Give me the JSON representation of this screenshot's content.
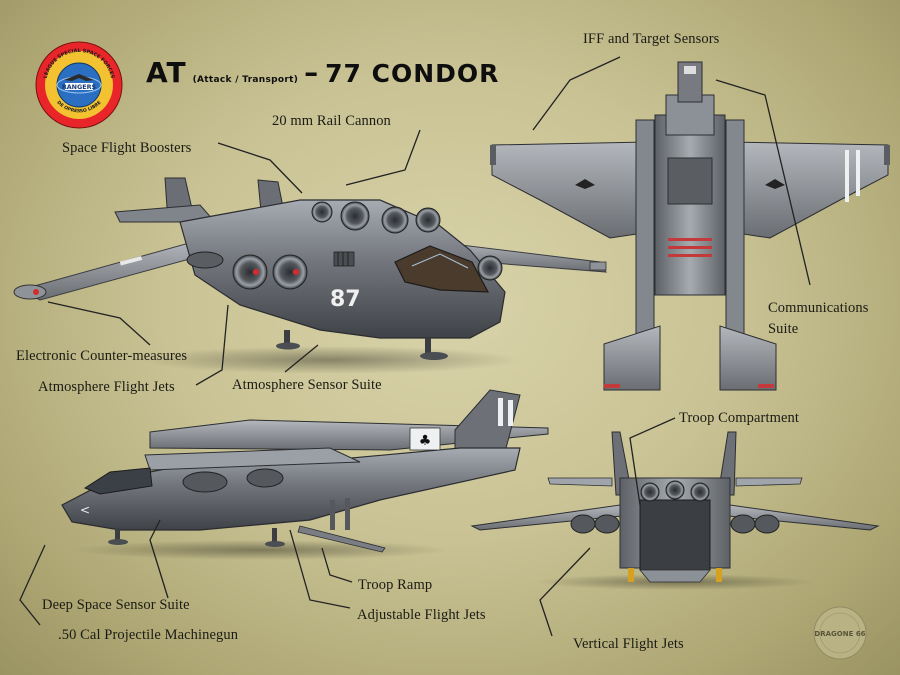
{
  "title": {
    "prefix": "AT",
    "subtitle": "(Attack / Transport)",
    "dash": "–",
    "name": "77 CONDOR"
  },
  "emblem": {
    "ring_text": "LEAGUE SPECIAL SPACE FORCES",
    "center_text": "RANGERS",
    "motto": "DE OPRESSO LIBRE",
    "colors": {
      "ring": "#e8262a",
      "field": "#f2c230",
      "center": "#2a6fc2"
    }
  },
  "watermark": {
    "text": "DRAGONE 66"
  },
  "labels": {
    "iff": "IFF and Target Sensors",
    "rail_cannon": "20 mm Rail Cannon",
    "boosters": "Space Flight Boosters",
    "comms": "Communications\nSuite",
    "ecm": "Electronic Counter-measures",
    "atmo_jets": "Atmosphere Flight Jets",
    "atmo_sensor": "Atmosphere Sensor Suite",
    "troop_compartment": "Troop Compartment",
    "troop_ramp": "Troop Ramp",
    "deep_space": "Deep Space Sensor Suite",
    "adjustable_jets": "Adjustable Flight Jets",
    "machinegun": ".50 Cal Projectile Machinegun",
    "vertical_jets": "Vertical Flight Jets"
  },
  "hull_markings": {
    "number": "87"
  },
  "colors": {
    "hull": "#6d7177",
    "hull_light": "#9fa4aa",
    "hull_dark": "#3a3d42",
    "text": "#1b1b14"
  }
}
